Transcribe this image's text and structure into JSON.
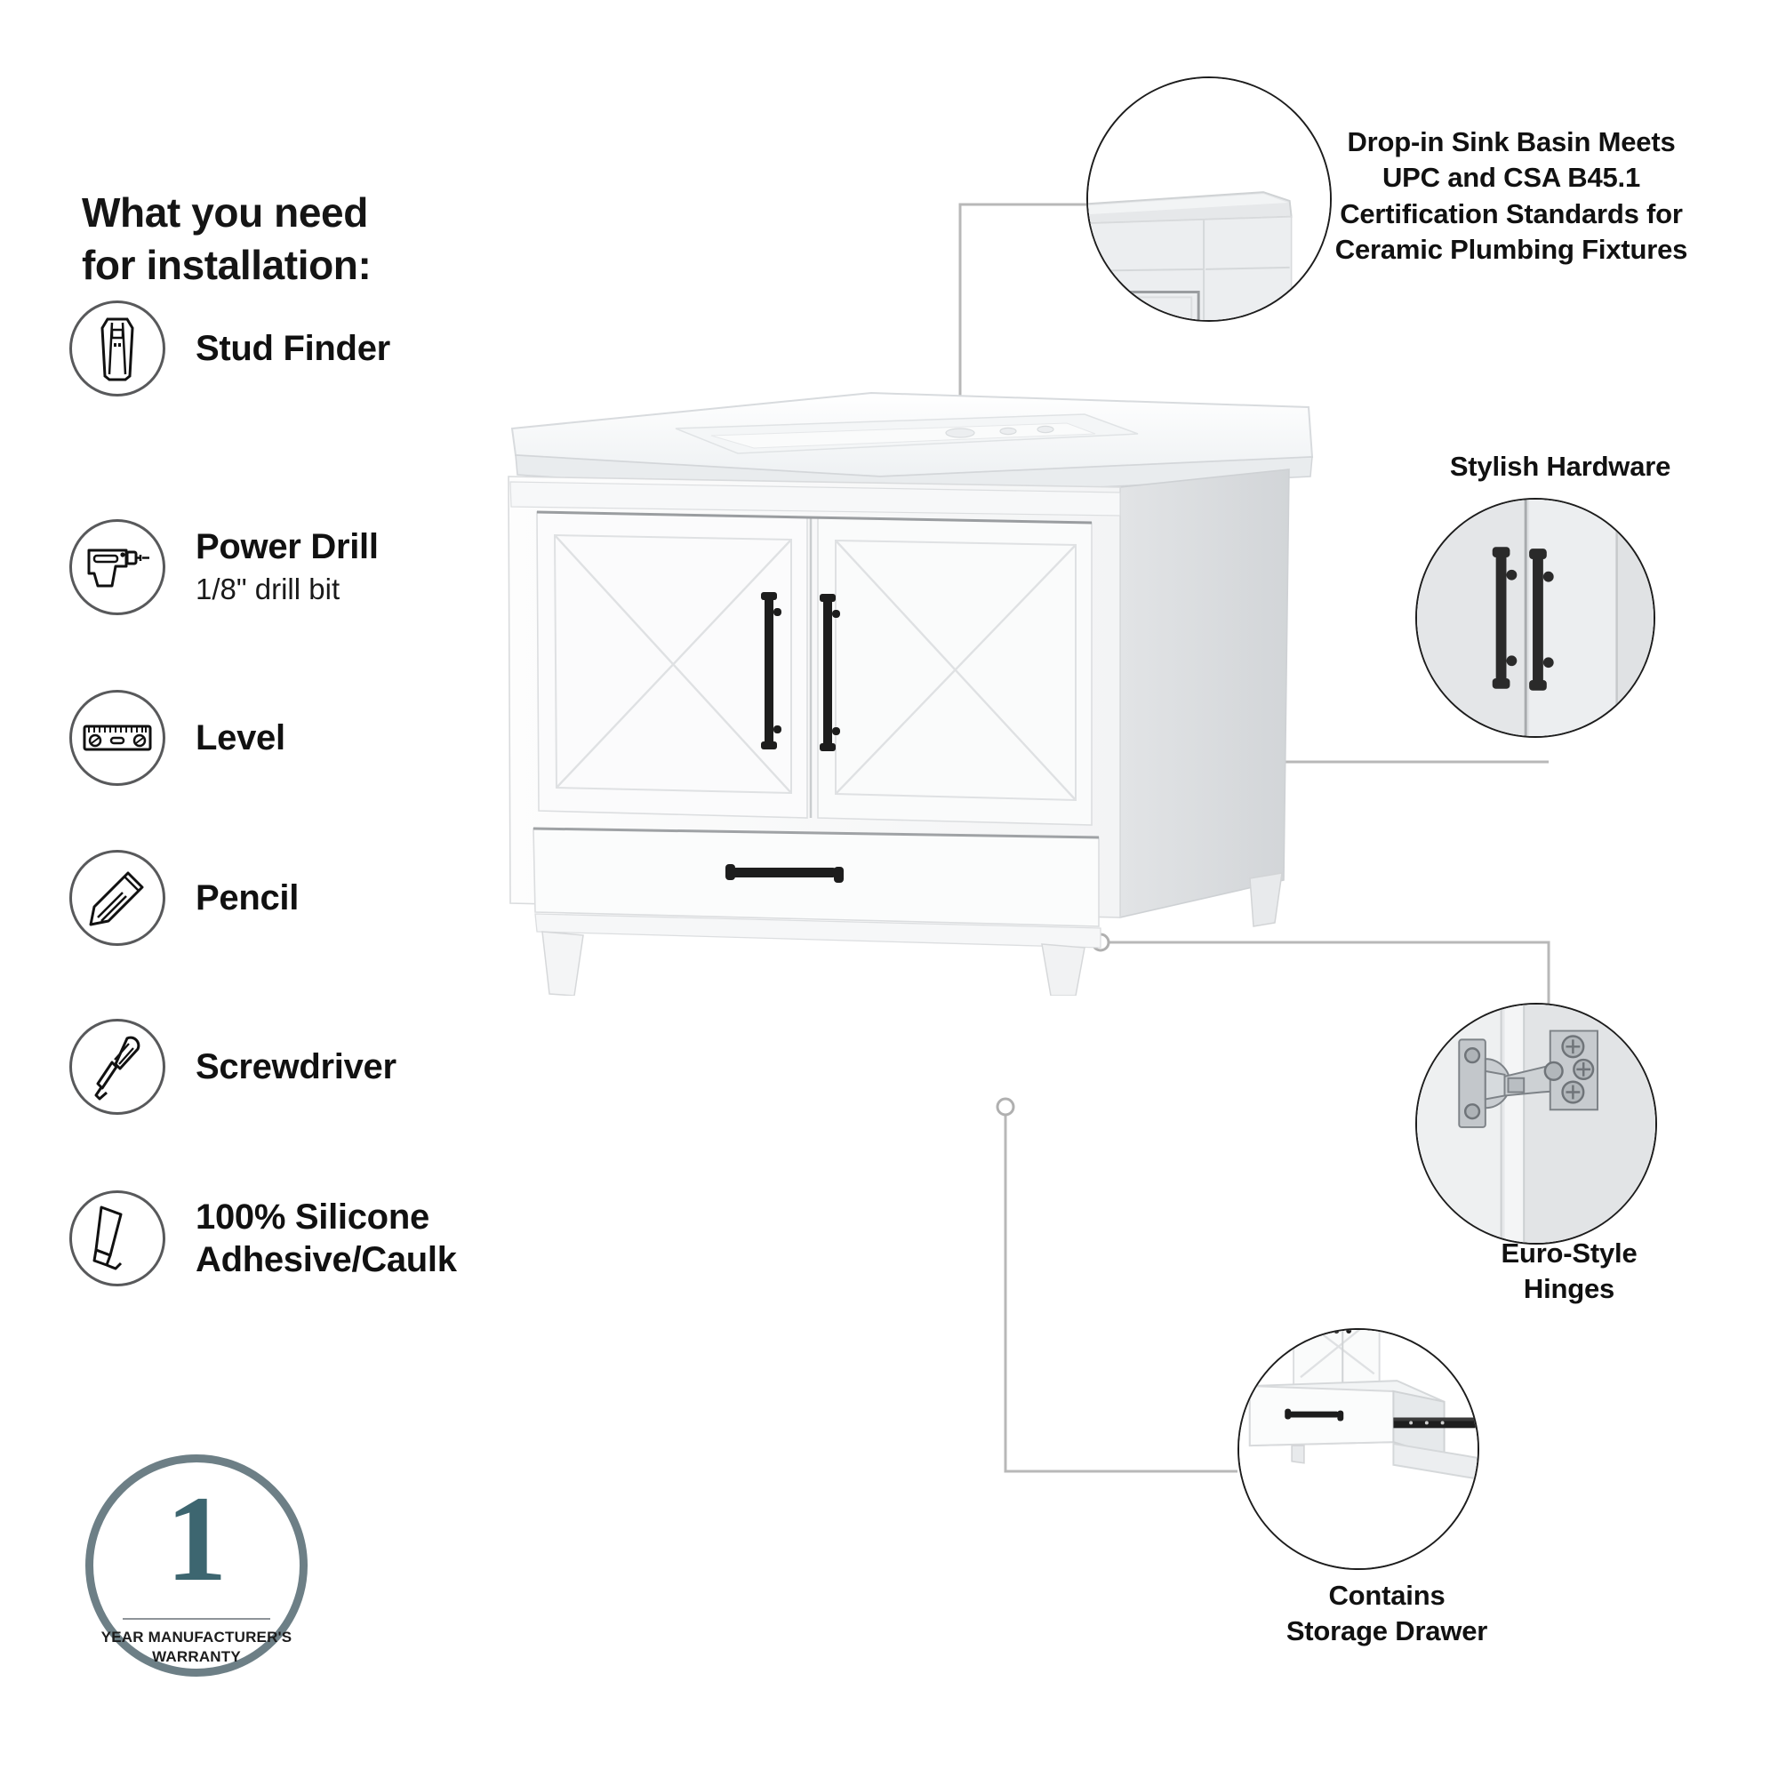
{
  "page": {
    "background": "#ffffff",
    "accent_teal": "#3d6670",
    "line_gray": "#b3b3b3",
    "circle_gray": "#58595b"
  },
  "tools_panel": {
    "heading_line1": "What you need",
    "heading_line2": "for installation:",
    "items": [
      {
        "icon": "stud-finder-icon",
        "label": "Stud Finder",
        "sub": ""
      },
      {
        "icon": "power-drill-icon",
        "label": "Power Drill",
        "sub": "1/8\" drill bit"
      },
      {
        "icon": "level-icon",
        "label": "Level",
        "sub": ""
      },
      {
        "icon": "pencil-icon",
        "label": "Pencil",
        "sub": ""
      },
      {
        "icon": "screwdriver-icon",
        "label": "Screwdriver",
        "sub": ""
      },
      {
        "icon": "caulk-tube-icon",
        "label": "100% Silicone Adhesive/Caulk",
        "sub": ""
      }
    ]
  },
  "warranty_badge": {
    "number": "1",
    "line1": "YEAR MANUFACTURER'S",
    "line2": "WARRANTY",
    "number_color": "#3d6670",
    "ring_color": "#6d7f86"
  },
  "callouts": {
    "sink": {
      "icon": "sink-basin-detail",
      "caption": "Drop-in Sink Basin Meets UPC and CSA B45.1 Certification Standards for Ceramic Plumbing Fixtures",
      "caption_lines": [
        "Drop-in Sink Basin Meets",
        "UPC and CSA B45.1",
        "Certification Standards for",
        "Ceramic Plumbing Fixtures"
      ]
    },
    "hardware": {
      "icon": "bar-pull-hardware-detail",
      "caption": "Stylish Hardware",
      "caption_lines": [
        "Stylish Hardware"
      ]
    },
    "hinges": {
      "icon": "euro-hinge-detail",
      "caption": "Euro-Style Hinges",
      "caption_lines": [
        "Euro-Style",
        "Hinges"
      ]
    },
    "drawer": {
      "icon": "storage-drawer-detail",
      "caption": "Contains Storage Drawer",
      "caption_lines": [
        "Contains",
        "Storage Drawer"
      ]
    }
  },
  "product": {
    "name": "white-bathroom-vanity-with-sink",
    "door_count": 2,
    "drawer_count": 1,
    "door_style": "x-brace-barn-door",
    "hardware_finish": "matte-black",
    "top_material": "white-ceramic-drop-in-sink"
  }
}
